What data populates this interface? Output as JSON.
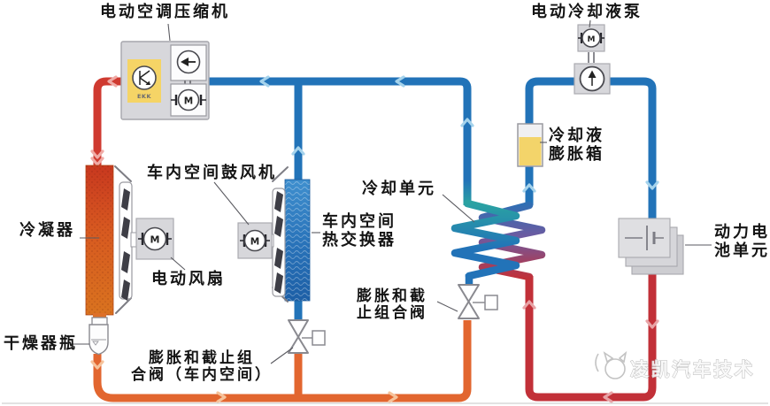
{
  "diagram": {
    "watermark": {
      "text": "凌凯汽车技术",
      "logo_icon": "cat-logo"
    },
    "icons": {
      "motor_letter": "M",
      "compressor_unit_text": "EKK"
    },
    "colors": {
      "refrigerant_high_pressure": "#cf3a30",
      "refrigerant_liquid": "#e2662f",
      "refrigerant_low_pressure": "#2273b8",
      "coolant_cold": "#2273b8",
      "coolant_hot": "#c23038",
      "chiller_teal": "#2aa2a2",
      "component_gray": "#d7d7db",
      "accent_yellow": "#f5d466"
    },
    "labels": {
      "compressor": "电动空调压缩机",
      "coolant_pump": "电动冷却液泵",
      "cabin_blower": "车内空间鼓风机",
      "condenser": "冷凝器",
      "electric_fan": "电动风扇",
      "cabin_heat_exchanger_line1": "车内空间",
      "cabin_heat_exchanger_line2": "热交换器",
      "cooling_unit": "冷却单元",
      "coolant_expansion_tank_line1": "冷却液",
      "coolant_expansion_tank_line2": "膨胀箱",
      "power_battery_line1": "动力电",
      "power_battery_line2": "池单元",
      "chiller_valve_line1": "膨胀和截",
      "chiller_valve_line2": "止组合阀",
      "cabin_valve_line1": "膨胀和截止组",
      "cabin_valve_line2": "合阀（车内空间）",
      "receiver_drier": "干燥器瓶"
    }
  }
}
